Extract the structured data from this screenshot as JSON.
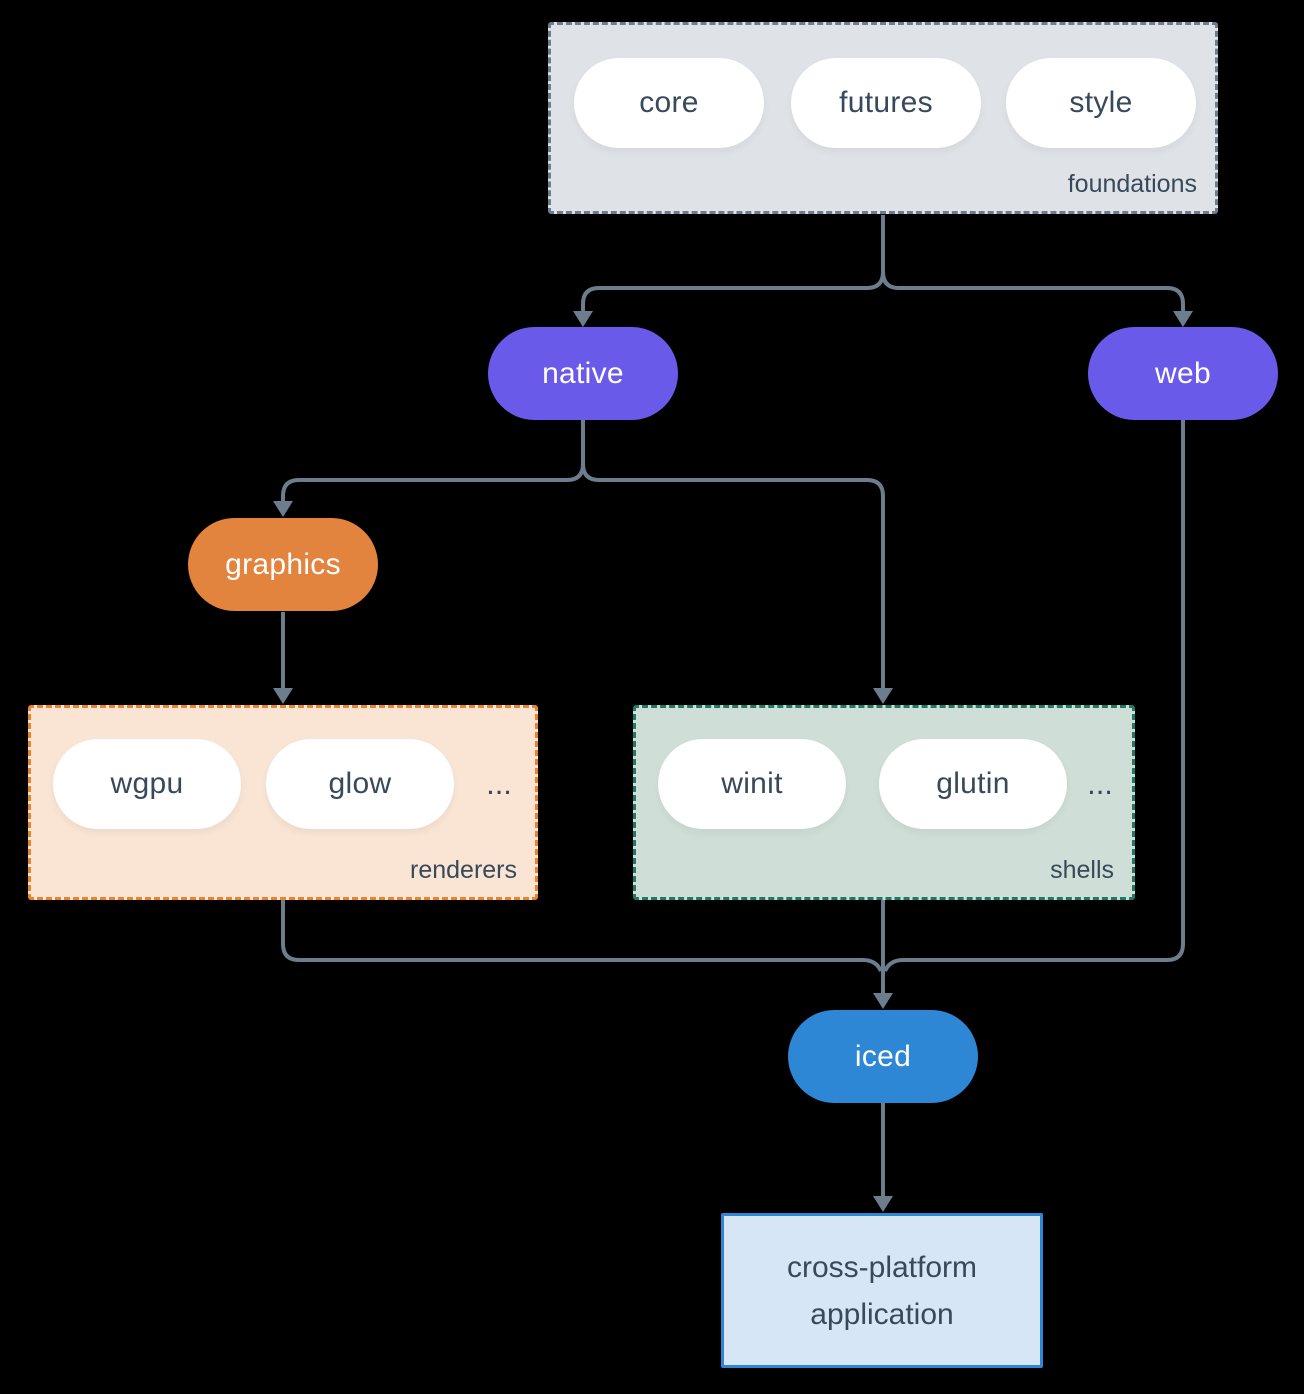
{
  "diagram": {
    "foundations": {
      "label": "foundations",
      "pills": [
        "core",
        "futures",
        "style"
      ]
    },
    "native": {
      "label": "native"
    },
    "web": {
      "label": "web"
    },
    "graphics": {
      "label": "graphics"
    },
    "renderers": {
      "label": "renderers",
      "pills": [
        "wgpu",
        "glow"
      ],
      "ellipsis": "..."
    },
    "shells": {
      "label": "shells",
      "pills": [
        "winit",
        "glutin"
      ],
      "ellipsis": "..."
    },
    "iced": {
      "label": "iced"
    },
    "application": {
      "label": "cross-platform application"
    }
  },
  "colors": {
    "background": "#000000",
    "edge": "#6C7D8E",
    "ink": "#37495A",
    "purple": "#6A5AEA",
    "orange": "#E2833E",
    "orange_border": "#EA832D",
    "teal_border": "#1E7A66",
    "blue": "#2E87D5",
    "foundations_fill": "#DFE3E7",
    "renderers_fill": "#FAE5D4",
    "shells_fill": "#CFDFD7",
    "app_fill": "#D6E6F7",
    "pill_fill": "#FFFFFF"
  }
}
